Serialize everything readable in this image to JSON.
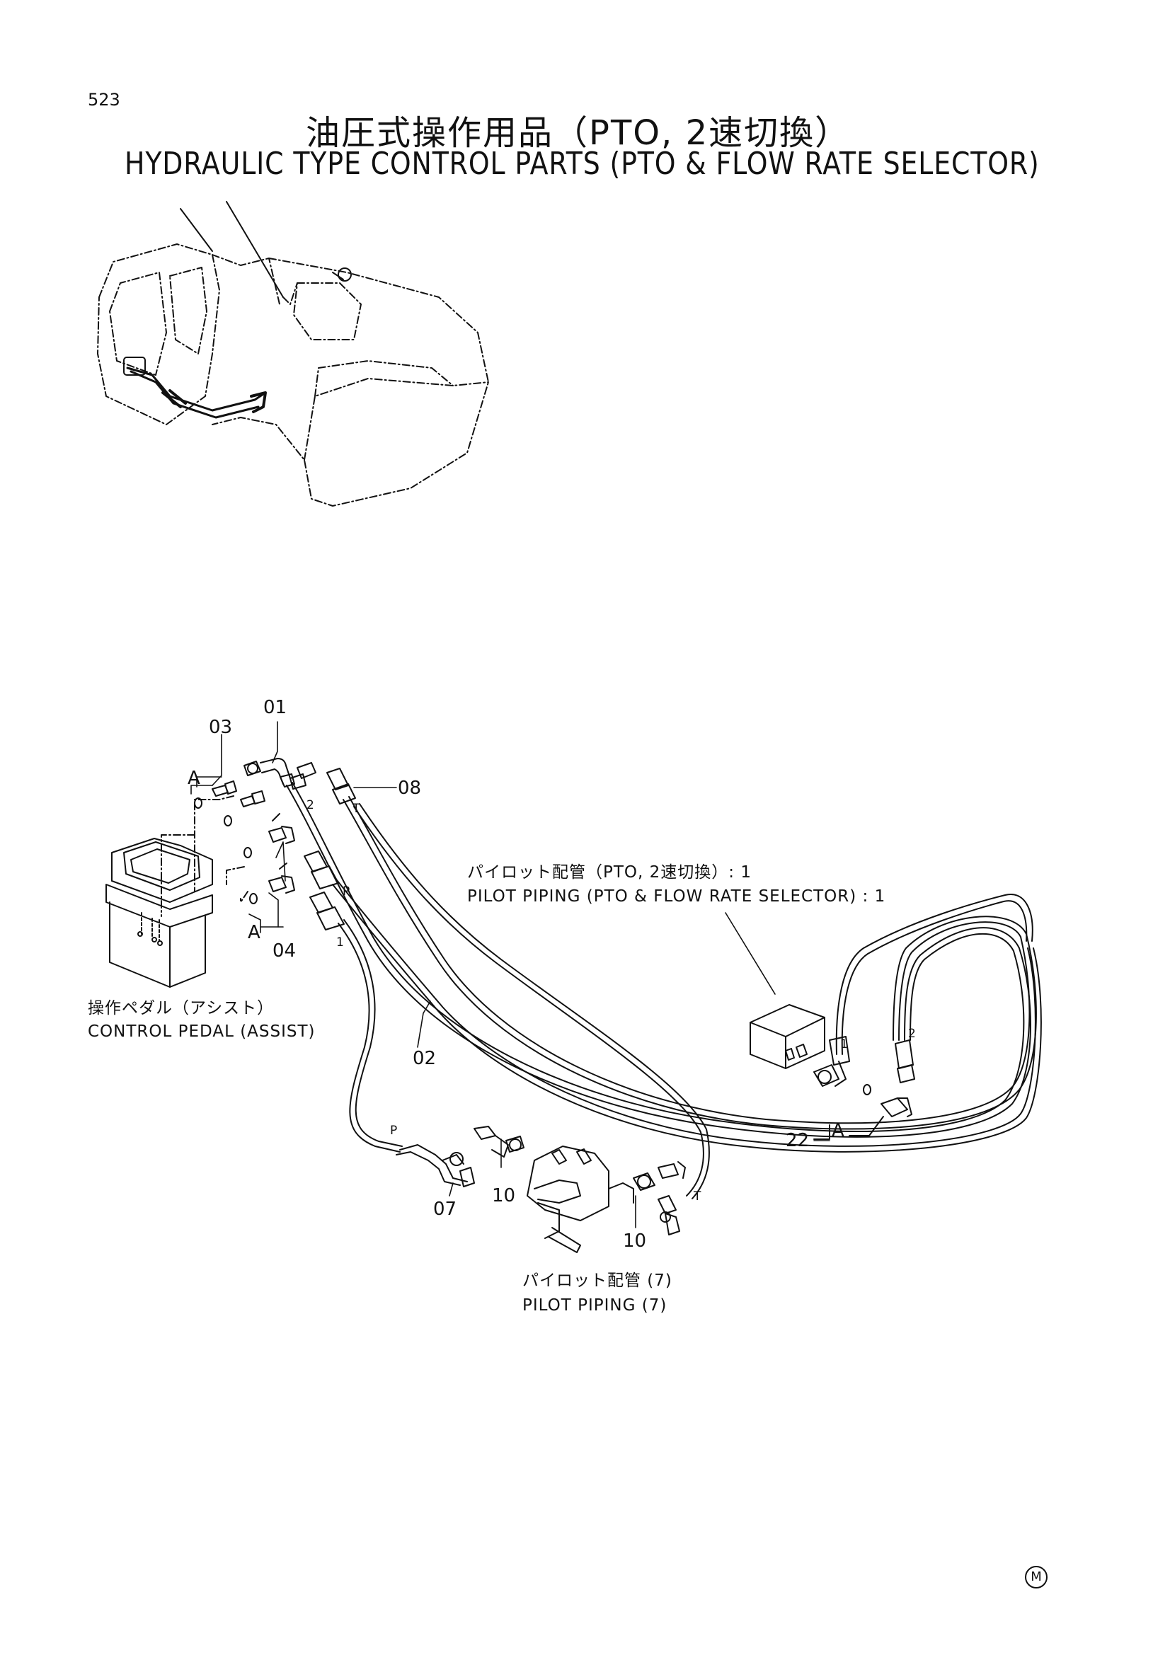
{
  "page_number": "523",
  "title_jp": "油圧式操作用品（PTO, 2速切換）",
  "title_en": "HYDRAULIC TYPE CONTROL PARTS (PTO & FLOW RATE SELECTOR)",
  "callouts": [
    "01",
    "03",
    "08",
    "04",
    "02",
    "07",
    "10",
    "10",
    "22"
  ],
  "view_letters": [
    "A",
    "A",
    "A"
  ],
  "port_marks": [
    "2",
    "T",
    "P",
    "1",
    "P",
    "T",
    "1",
    "2"
  ],
  "labels": {
    "pilot_piping_pto_jp": "パイロット配管（PTO, 2速切換）: 1",
    "pilot_piping_pto_en": "PILOT PIPING (PTO & FLOW RATE SELECTOR) : 1",
    "control_pedal_jp": "操作ペダル（アシスト）",
    "control_pedal_en": "CONTROL PEDAL (ASSIST)",
    "pilot_piping_7_jp": "パイロット配管 (7)",
    "pilot_piping_7_en": "PILOT PIPING (7)"
  },
  "mark": "M",
  "colors": {
    "ink": "#111111",
    "paper": "#ffffff"
  }
}
